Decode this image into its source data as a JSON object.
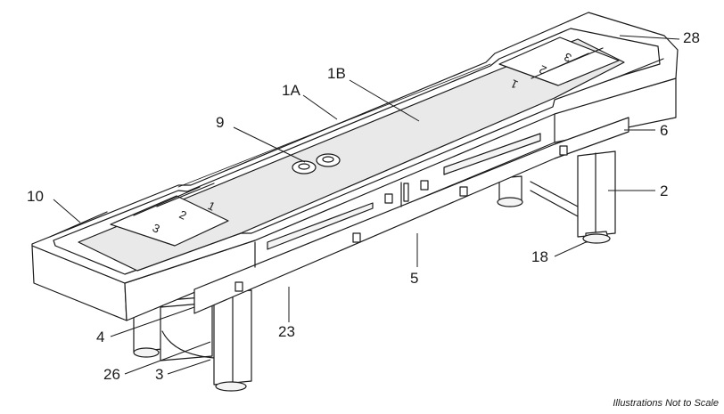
{
  "callouts": {
    "c28": "28",
    "c1b": "1B",
    "c1a": "1A",
    "c9": "9",
    "c6": "6",
    "c10": "10",
    "c2": "2",
    "c5": "5",
    "c18": "18",
    "c4": "4",
    "c23": "23",
    "c26": "26",
    "c3": "3"
  },
  "scoring": {
    "near": [
      "1",
      "2",
      "3"
    ],
    "far": [
      "1",
      "2",
      "3"
    ]
  },
  "footnote": "Illustrations Not to Scale"
}
